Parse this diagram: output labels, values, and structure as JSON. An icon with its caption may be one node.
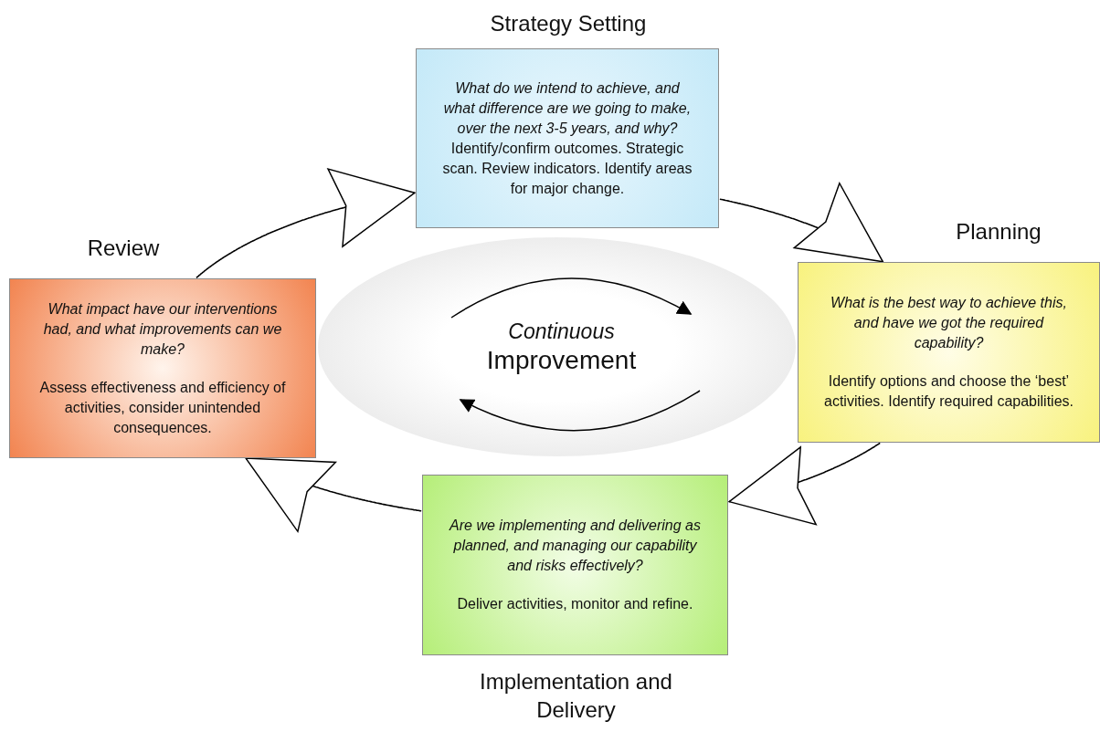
{
  "diagram": {
    "nodes": [
      {
        "text": [
          "Strategy Setting",
          "What do we intend to achieve, and what difference are we going to make, over the next 3-5 years, and why?",
          "Identify/confirm outcomes. Strategic scan. Review indicators. Identify areas for major change."
        ]
      },
      {
        "text": [
          "Planning",
          "What is the best way to achieve this, and have we got the required capability?",
          "Identify options and choose the ‘best’ activities. Identify required capabilities."
        ]
      },
      {
        "text": [
          "Are we implementing and delivering as planned, and managing our capability and risks effectively?",
          "Deliver activities, monitor and refine.",
          "Implementation and Delivery"
        ]
      },
      {
        "text": [
          "Review",
          "What impact have our interventions had, and what improvements can we make?",
          "Assess effectiveness and efficiency of activities, consider unintended consequences."
        ]
      },
      {
        "text": [
          "Continuous",
          "Improvement"
        ]
      }
    ],
    "edges": [
      {
        "from": 3,
        "to": 0,
        "arrow": "to"
      },
      {
        "from": 0,
        "to": 1,
        "arrow": "to"
      },
      {
        "from": 1,
        "to": 2,
        "arrow": "to"
      },
      {
        "from": 2,
        "to": 3,
        "arrow": "to"
      }
    ]
  }
}
